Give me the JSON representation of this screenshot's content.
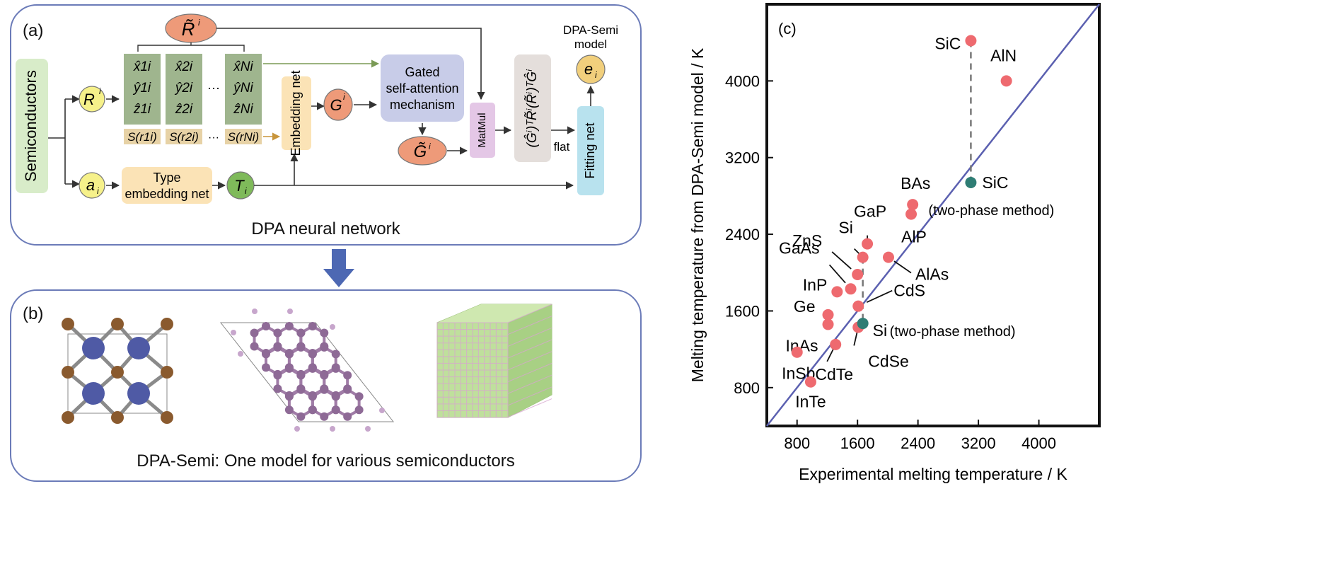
{
  "panel_a": {
    "letter": "(a)",
    "semiconductors": "Semiconductors",
    "R_i": "R",
    "R_tilde": "R̃",
    "a_i": "a",
    "type_embed": [
      "Type",
      "embedding net"
    ],
    "T_i": "T",
    "embedding_net": "Embedding net",
    "G_i": "G",
    "G_tilde": "G̃",
    "gated": [
      "Gated",
      "self-attention",
      "mechanism"
    ],
    "matmul": "MatMul",
    "formula": "(Ĝⁱ)ᵀR̃ⁱ(R̃ⁱ)ᵀĜⁱ",
    "flat": "flat",
    "fitting_net": "Fitting net",
    "e_i": "e",
    "dpa_semi_model": [
      "DPA-Semi",
      "model"
    ],
    "col_labels": [
      [
        "x̂1i",
        "ŷ1i",
        "ẑ1i"
      ],
      [
        "x̂2i",
        "ŷ2i",
        "ẑ2i"
      ],
      [
        "x̂Ni",
        "ŷNi",
        "ẑNi"
      ]
    ],
    "s_labels": [
      "S(r1i)",
      "S(r2i)",
      "S(rNi)"
    ],
    "ellipsis": "···",
    "caption": "DPA neural network"
  },
  "panel_b": {
    "letter": "(b)",
    "caption": "DPA-Semi: One model for various semiconductors"
  },
  "chart_data": {
    "type": "scatter",
    "panel_letter": "(c)",
    "xlabel": "Experimental melting temperature / K",
    "ylabel": "Melting temperature from DPA-Semi model / K",
    "xlim": [
      400,
      4800
    ],
    "ylim": [
      400,
      4800
    ],
    "xticks": [
      800,
      1600,
      2400,
      3200,
      4000
    ],
    "yticks": [
      800,
      1600,
      2400,
      3200,
      4000
    ],
    "diagonal": true,
    "grid": false,
    "series": [
      {
        "color": "#ee6a6f",
        "points": [
          {
            "label": "SiC",
            "x": 3100,
            "y": 4420
          },
          {
            "label": "AlN",
            "x": 3570,
            "y": 4000
          },
          {
            "label": "BAs",
            "x": 2330,
            "y": 2710
          },
          {
            "label": "AlP",
            "x": 2310,
            "y": 2610
          },
          {
            "label": "GaP",
            "x": 1730,
            "y": 2300
          },
          {
            "label": "Si",
            "x": 1670,
            "y": 2160
          },
          {
            "label": "AlAs",
            "x": 2010,
            "y": 2160
          },
          {
            "label": "ZnS",
            "x": 1600,
            "y": 1980
          },
          {
            "label": "GaAs",
            "x": 1510,
            "y": 1830
          },
          {
            "label": "InP",
            "x": 1330,
            "y": 1800
          },
          {
            "label": "CdS",
            "x": 1610,
            "y": 1650
          },
          {
            "label": "Ge",
            "x": 1210,
            "y": 1560
          },
          {
            "label": "InAs",
            "x": 1210,
            "y": 1460
          },
          {
            "label": "CdSe",
            "x": 1610,
            "y": 1430
          },
          {
            "label": "CdTe",
            "x": 1310,
            "y": 1250
          },
          {
            "label": "InSb",
            "x": 800,
            "y": 1170
          },
          {
            "label": "InTe",
            "x": 980,
            "y": 860
          }
        ]
      },
      {
        "color": "#2f7d74",
        "points": [
          {
            "label": "SiC",
            "note": "(two-phase method)",
            "x": 3100,
            "y": 2940
          },
          {
            "label": "Si",
            "note": "(two-phase method)",
            "x": 1670,
            "y": 1470
          }
        ]
      }
    ],
    "dashed_links": [
      {
        "x": 3100,
        "y1": 4420,
        "y2": 2940
      },
      {
        "x": 1670,
        "y1": 2160,
        "y2": 1470
      }
    ]
  }
}
